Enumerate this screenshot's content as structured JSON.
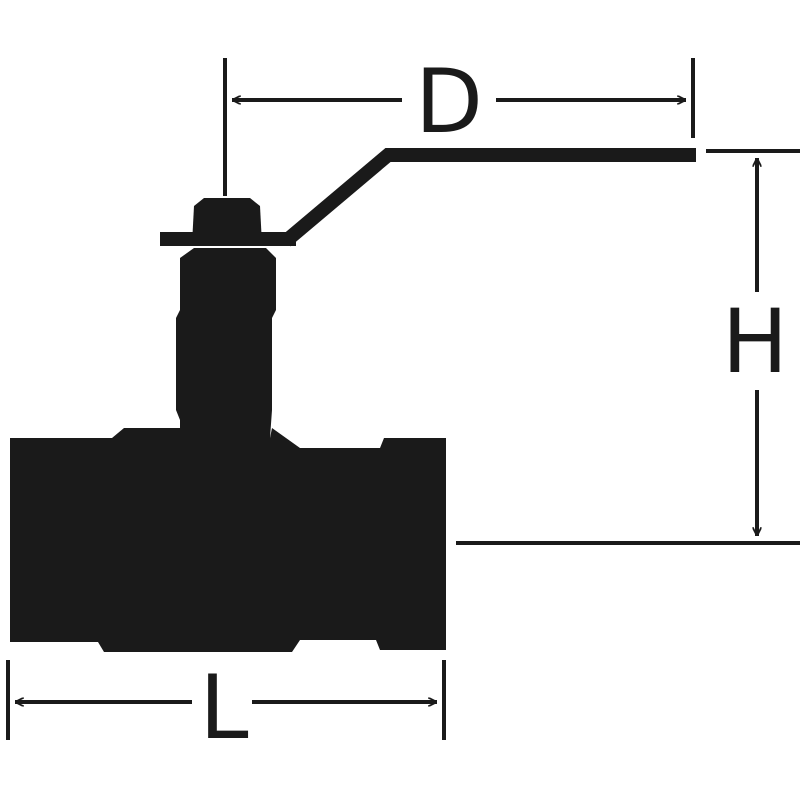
{
  "dimensions": {
    "handle_length_label": "D",
    "height_label": "H",
    "body_length_label": "L"
  },
  "colors": {
    "ink": "#1a1a1a",
    "background": "#ffffff"
  }
}
